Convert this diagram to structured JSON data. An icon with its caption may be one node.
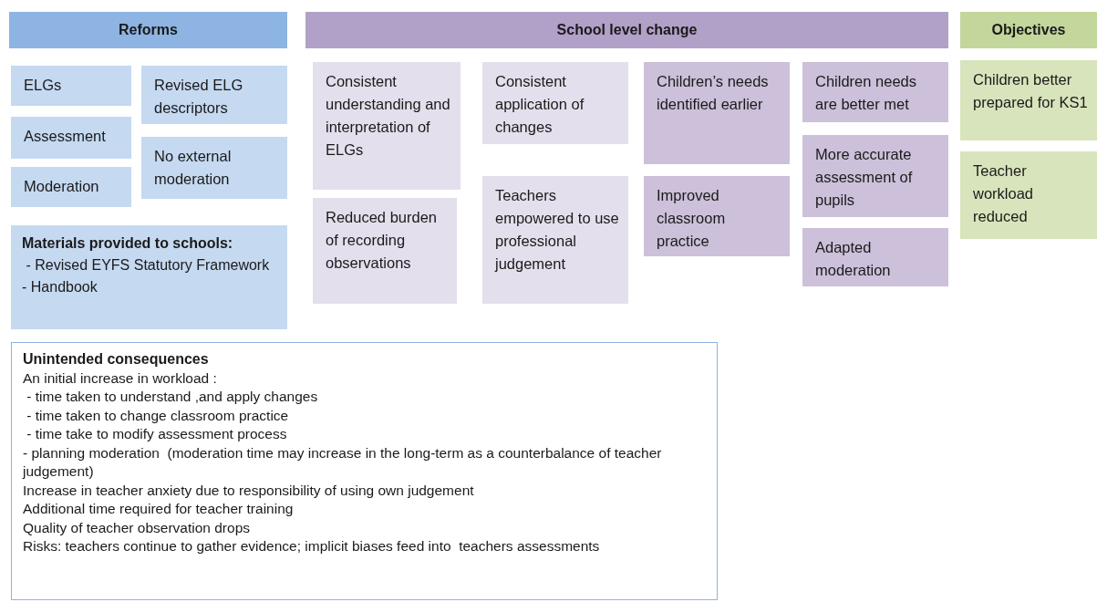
{
  "diagram": {
    "nodes": [
      {
        "text": [
          "Reforms"
        ]
      },
      {
        "text": [
          "ELGs"
        ]
      },
      {
        "text": [
          "Revised ELG descriptors"
        ]
      },
      {
        "text": [
          "Assessment"
        ]
      },
      {
        "text": [
          "No external moderation"
        ]
      },
      {
        "text": [
          "Moderation"
        ]
      },
      {
        "text": [
          "Materials provided to schools:",
          " - Revised EYFS Statutory Framework",
          "- Handbook"
        ]
      },
      {
        "text": [
          "School level change"
        ]
      },
      {
        "text": [
          "Consistent understanding and interpretation of ELGs"
        ]
      },
      {
        "text": [
          "Reduced burden of recording observations"
        ]
      },
      {
        "text": [
          "Consistent application of changes"
        ]
      },
      {
        "text": [
          "Teachers empowered to use professional judgement"
        ]
      },
      {
        "text": [
          "Children’s needs identified earlier"
        ]
      },
      {
        "text": [
          "Improved classroom practice"
        ]
      },
      {
        "text": [
          "Children needs are better met"
        ]
      },
      {
        "text": [
          "More accurate assessment of pupils"
        ]
      },
      {
        "text": [
          "Adapted moderation"
        ]
      },
      {
        "text": [
          "Objectives"
        ]
      },
      {
        "text": [
          "Children better prepared for KS1"
        ]
      },
      {
        "text": [
          "Teacher workload reduced"
        ]
      },
      {
        "text": [
          "Unintended consequences",
          "An initial increase in workload :",
          " - time taken to understand ,and apply changes",
          " - time taken to change classroom practice",
          " - time take to modify assessment process",
          "- planning moderation  (moderation time may increase in the long-term as a counterbalance of teacher judgement)",
          "Increase in teacher anxiety due to responsibility of using own judgement",
          "Additional time required for teacher training",
          "Quality of teacher observation drops",
          "Risks: teachers continue to gather evidence; implicit biases feed into  teachers assessments"
        ]
      }
    ]
  }
}
